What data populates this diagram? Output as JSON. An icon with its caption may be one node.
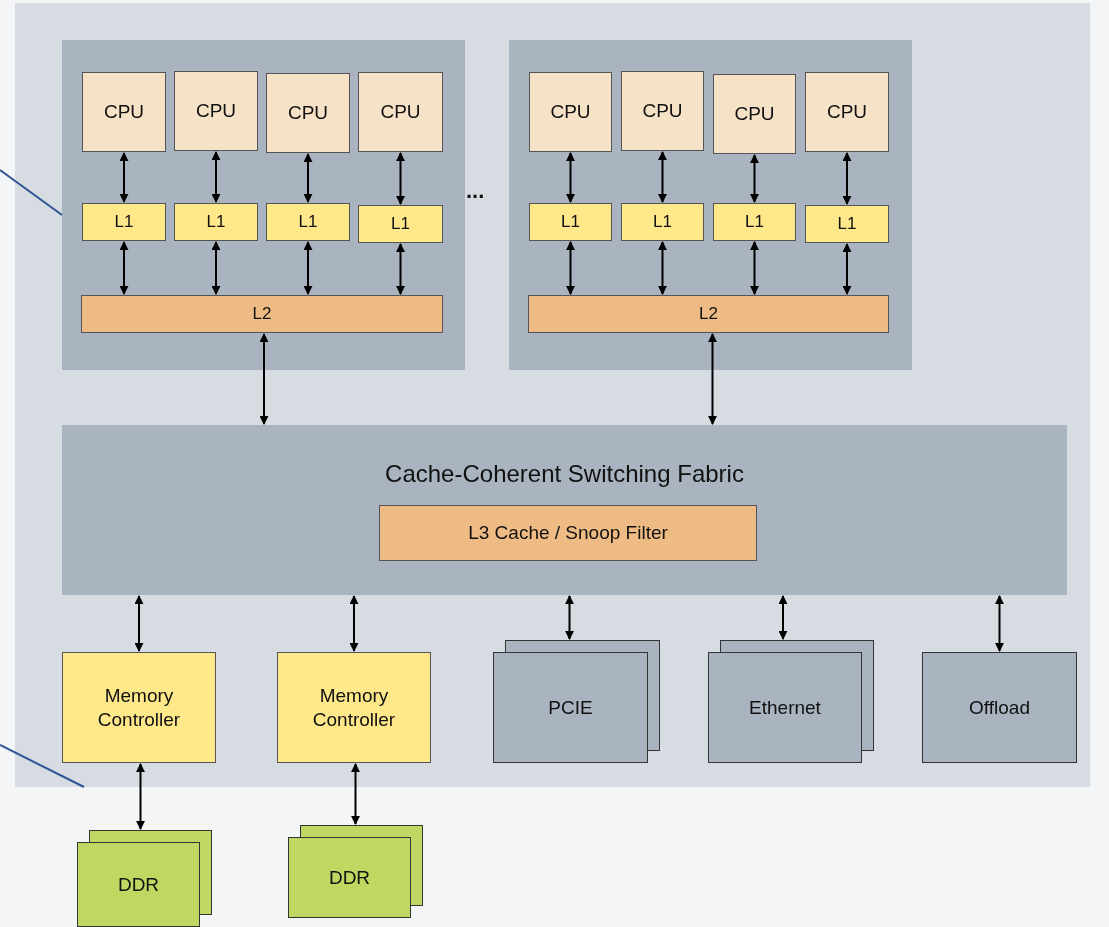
{
  "diagram": {
    "nodes": [
      {
        "text": [],
        "shape": "box"
      },
      {
        "text": [],
        "shape": "box",
        "in": 0
      },
      {
        "text": [
          "CPU"
        ],
        "in": 1
      },
      {
        "text": [
          "CPU"
        ],
        "in": 1
      },
      {
        "text": [
          "CPU"
        ],
        "in": 1
      },
      {
        "text": [
          "CPU"
        ],
        "in": 1
      },
      {
        "text": [
          "L1"
        ],
        "in": 1
      },
      {
        "text": [
          "L1"
        ],
        "in": 1
      },
      {
        "text": [
          "L1"
        ],
        "in": 1
      },
      {
        "text": [
          "L1"
        ],
        "in": 1
      },
      {
        "text": [
          "L2"
        ],
        "in": 1
      },
      {
        "text": [],
        "shape": "box",
        "in": 0
      },
      {
        "text": [
          "CPU"
        ],
        "in": 11
      },
      {
        "text": [
          "CPU"
        ],
        "in": 11
      },
      {
        "text": [
          "CPU"
        ],
        "in": 11
      },
      {
        "text": [
          "CPU"
        ],
        "in": 11
      },
      {
        "text": [
          "L1"
        ],
        "in": 11
      },
      {
        "text": [
          "L1"
        ],
        "in": 11
      },
      {
        "text": [
          "L1"
        ],
        "in": 11
      },
      {
        "text": [
          "L1"
        ],
        "in": 11
      },
      {
        "text": [
          "L2"
        ],
        "in": 11
      },
      {
        "text": [
          "Cache-Coherent Switching Fabric"
        ],
        "in": 0
      },
      {
        "text": [
          "L3 Cache / Snoop Filter"
        ],
        "in": 21
      },
      {
        "text": [
          "Memory Controller"
        ],
        "in": 0
      },
      {
        "text": [
          "Memory Controller"
        ],
        "in": 0
      },
      {
        "text": [
          "PCIE"
        ],
        "in": 0
      },
      {
        "text": [
          "Ethernet"
        ],
        "in": 0
      },
      {
        "text": [
          "Offload"
        ],
        "in": 0
      },
      {
        "text": [
          "DDR"
        ]
      },
      {
        "text": [
          "DDR"
        ]
      }
    ],
    "edges": [
      {
        "from": null,
        "to": 1,
        "arrow": "none",
        "color": "#2f5597"
      },
      {
        "from": null,
        "to": 0,
        "arrow": "none",
        "color": "#2f5597"
      },
      {
        "from": 2,
        "to": 6,
        "arrow": "both"
      },
      {
        "from": 3,
        "to": 7,
        "arrow": "both"
      },
      {
        "from": 4,
        "to": 8,
        "arrow": "both"
      },
      {
        "from": 5,
        "to": 9,
        "arrow": "both"
      },
      {
        "from": 6,
        "to": 10,
        "arrow": "both"
      },
      {
        "from": 7,
        "to": 10,
        "arrow": "both"
      },
      {
        "from": 8,
        "to": 10,
        "arrow": "both"
      },
      {
        "from": 9,
        "to": 10,
        "arrow": "both"
      },
      {
        "from": 12,
        "to": 16,
        "arrow": "both"
      },
      {
        "from": 13,
        "to": 17,
        "arrow": "both"
      },
      {
        "from": 14,
        "to": 18,
        "arrow": "both"
      },
      {
        "from": 15,
        "to": 19,
        "arrow": "both"
      },
      {
        "from": 16,
        "to": 20,
        "arrow": "both"
      },
      {
        "from": 17,
        "to": 20,
        "arrow": "both"
      },
      {
        "from": 18,
        "to": 20,
        "arrow": "both"
      },
      {
        "from": 19,
        "to": 20,
        "arrow": "both"
      },
      {
        "from": 10,
        "to": 21,
        "arrow": "both"
      },
      {
        "from": 20,
        "to": 21,
        "arrow": "both"
      },
      {
        "from": 21,
        "to": 23,
        "arrow": "both"
      },
      {
        "from": 21,
        "to": 24,
        "arrow": "both"
      },
      {
        "from": 21,
        "to": 25,
        "arrow": "both"
      },
      {
        "from": 21,
        "to": 26,
        "arrow": "both"
      },
      {
        "from": 21,
        "to": 27,
        "arrow": "both"
      },
      {
        "from": 23,
        "to": 28,
        "arrow": "both"
      },
      {
        "from": 24,
        "to": 29,
        "arrow": "both"
      }
    ],
    "labels": [
      "..."
    ]
  }
}
